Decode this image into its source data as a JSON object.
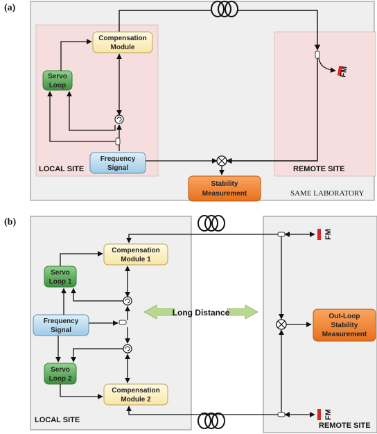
{
  "panel_a": {
    "label": "(a)",
    "compensation": [
      "Compensation",
      "Module"
    ],
    "servo": [
      "Servo",
      "Loop"
    ],
    "frequency": [
      "Frequency",
      "Signal"
    ],
    "stability": [
      "Stability",
      "Measurement"
    ],
    "local_site": "LOCAL SITE",
    "remote_site": "REMOTE SITE",
    "same_lab": "SAME LABORATORY",
    "fm": "FM"
  },
  "panel_b": {
    "label": "(b)",
    "compensation1": [
      "Compensation",
      "Module 1"
    ],
    "compensation2": [
      "Compensation",
      "Module 2"
    ],
    "servo1": [
      "Servo",
      "Loop 1"
    ],
    "servo2": [
      "Servo",
      "Loop 2"
    ],
    "frequency": [
      "Frequency",
      "Signal"
    ],
    "outloop": [
      "Out-Loop",
      "Stability",
      "Measurement"
    ],
    "long_distance": "Long Distance",
    "local_site": "LOCAL SITE",
    "remote_site": "REMOTE SITE",
    "fm_top": "FM",
    "fm_bottom": "FM"
  },
  "colors": {
    "compensation_fill": "#fdf0c2",
    "servo_fill": "#5aa85a",
    "frequency_fill": "#b8dcef",
    "stability_fill": "#f07d2a",
    "site_pink": "#f6dede",
    "site_gray": "#efefef",
    "fm_red": "#d9262a",
    "arrow_green": "#b9d88f"
  }
}
